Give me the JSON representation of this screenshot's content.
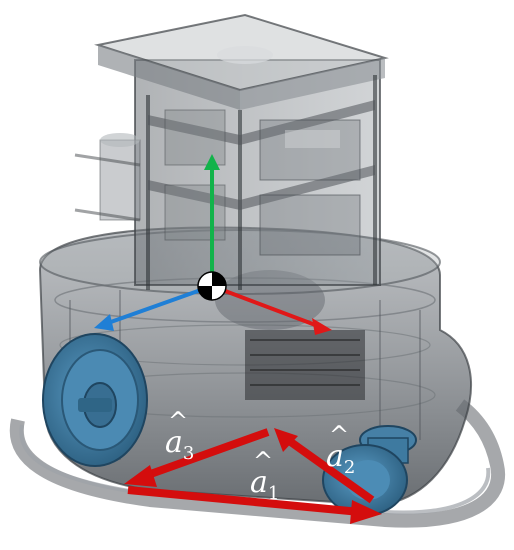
{
  "figure": {
    "labels": {
      "a3": {
        "symbol": "a",
        "subscript": "3"
      },
      "a1": {
        "symbol": "a",
        "subscript": "1"
      },
      "a2": {
        "symbol": "a",
        "subscript": "2"
      }
    },
    "hat_glyph": "^",
    "colors": {
      "label_text": "#ffffff",
      "vector_red": "#d40d0d",
      "axis_green": "#12b34a",
      "axis_blue": "#1f7fd6",
      "axis_red": "#e01818",
      "wheel_blue": "#3f7ea7",
      "housing_gray": "#7d8288"
    }
  }
}
